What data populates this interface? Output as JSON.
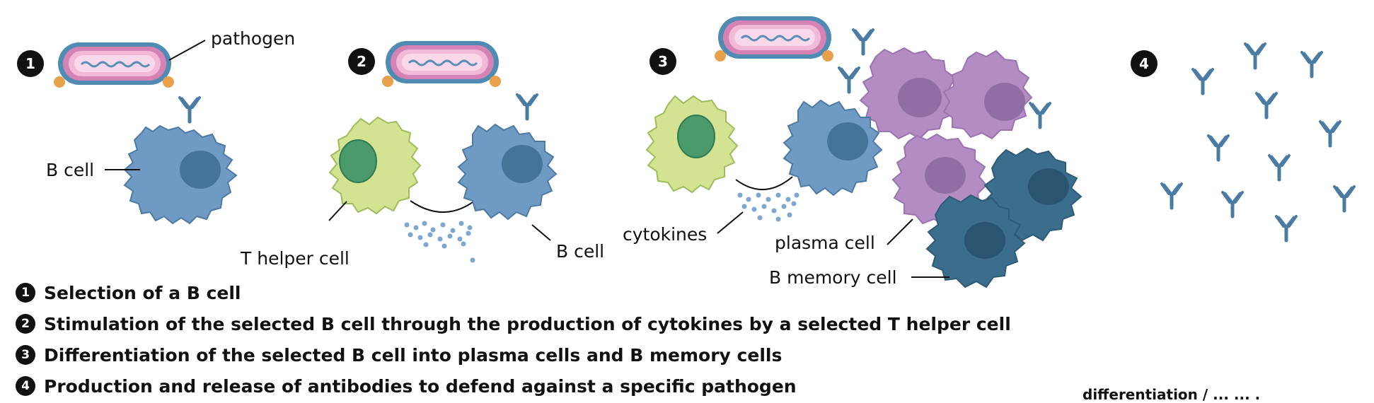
{
  "colors": {
    "b_cell": "#6f9ac4",
    "b_cell_dark": "#4a7ca3",
    "b_cell_nucleus": "#467499",
    "t_cell": "#d3e392",
    "t_cell_nucleus": "#4a9a6b",
    "plasma_cell": "#b48cc4",
    "plasma_nucleus": "#8f6ea6",
    "memory_cell": "#3b6d8c",
    "memory_nucleus": "#2a5470",
    "antibody": "#4a7ca3",
    "pathogen_pink": "#d582b4",
    "antigen_orange": "#e8a04a",
    "cytokine": "#7ba7d0"
  },
  "steps": [
    {
      "number": "1",
      "text": "Selection of a B cell"
    },
    {
      "number": "2",
      "text": "Stimulation of the selected B cell through the production of cytokines by a selected T helper cell"
    },
    {
      "number": "3",
      "text": "Differentiation of the selected B cell into plasma cells and B memory cells"
    },
    {
      "number": "4",
      "text": "Production and release of antibodies to defend against a specific pathogen"
    }
  ],
  "labels": {
    "pathogen": "pathogen",
    "b_cell_1": "B cell",
    "b_cell_2": "B cell",
    "t_helper_cell": "T helper cell",
    "cytokines": "cytokines",
    "plasma_cell": "plasma cell",
    "b_memory_cell": "B memory cell"
  },
  "cut_off_text": "differentiation / ... ... . "
}
